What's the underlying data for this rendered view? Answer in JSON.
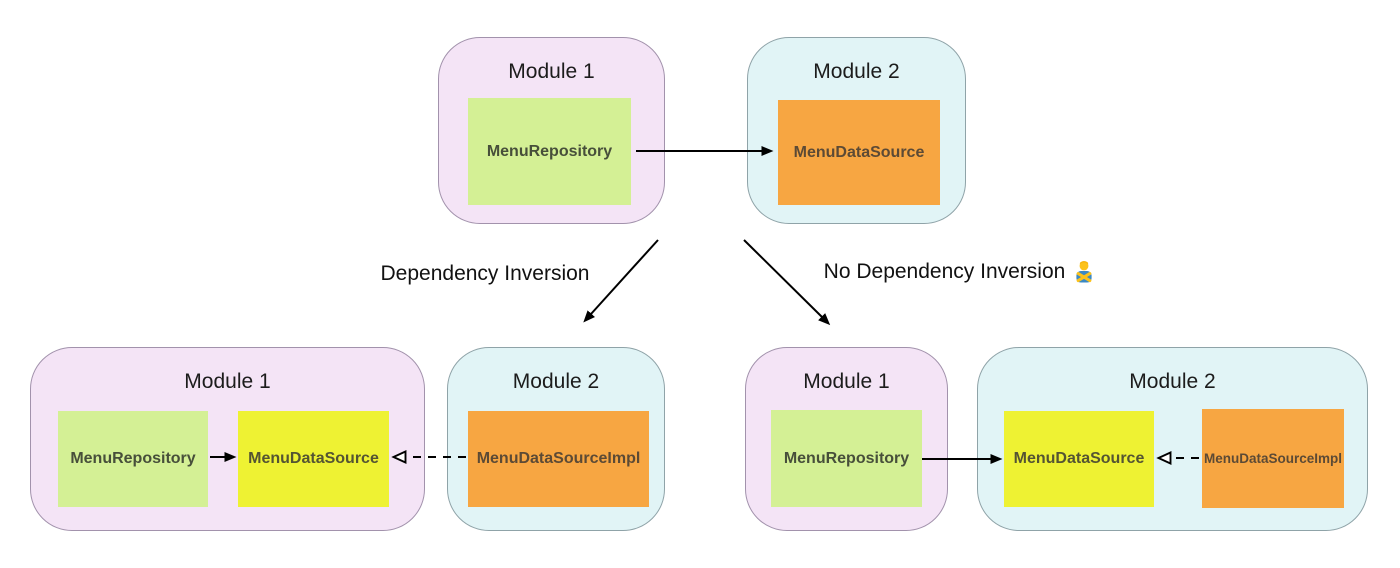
{
  "colors": {
    "module1_fill": "#F4E4F6",
    "module1_border": "#A292AC",
    "module2_fill": "#E1F4F6",
    "module2_border": "#8FA3A8",
    "repository_green": "#D4F095",
    "interface_yellow": "#EEF233",
    "datasource_orange": "#F7A642",
    "arrow": "#000000"
  },
  "top": {
    "module1": {
      "title": "Module 1",
      "component": "MenuRepository"
    },
    "module2": {
      "title": "Module 2",
      "component": "MenuDataSource"
    }
  },
  "branches": {
    "left_label": "Dependency Inversion",
    "right_label": "No Dependency Inversion",
    "right_emoji": "🙅‍♂️"
  },
  "bottom_left": {
    "module1": {
      "title": "Module 1",
      "components": [
        "MenuRepository",
        "MenuDataSource"
      ]
    },
    "module2": {
      "title": "Module 2",
      "component": "MenuDataSourceImpl"
    }
  },
  "bottom_right": {
    "module1": {
      "title": "Module 1",
      "component": "MenuRepository"
    },
    "module2": {
      "title": "Module 2",
      "components": [
        "MenuDataSource",
        "MenuDataSourceImpl"
      ]
    }
  }
}
